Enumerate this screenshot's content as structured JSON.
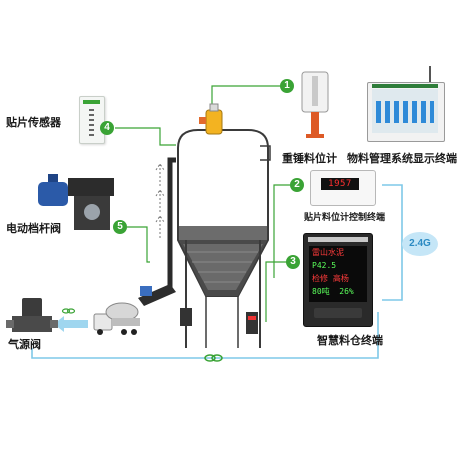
{
  "labels": {
    "patch_sensor": "贴片传感器",
    "heavy_hammer": "重锤料位计",
    "material_system": "物料管理系统显示终端",
    "patch_controller": "贴片料位计控制终端",
    "smart_terminal": "智慧料仓终端",
    "electric_valve": "电动档杆阀",
    "air_valve": "气源阀"
  },
  "badges": [
    "1",
    "2",
    "3",
    "4",
    "5"
  ],
  "wireless": "2.4G",
  "controller_display": "1957",
  "smart_terminal_screen": {
    "line1": "雷山水泥",
    "line2": "P42.5",
    "line3": "检修 高杨",
    "line4_left": "80吨",
    "line4_right": "26%"
  },
  "colors": {
    "badge_green": "#3aa335",
    "link_green": "#3aa335",
    "link_blue": "#7ec8e8",
    "silo_stroke": "#3a3a3a"
  }
}
